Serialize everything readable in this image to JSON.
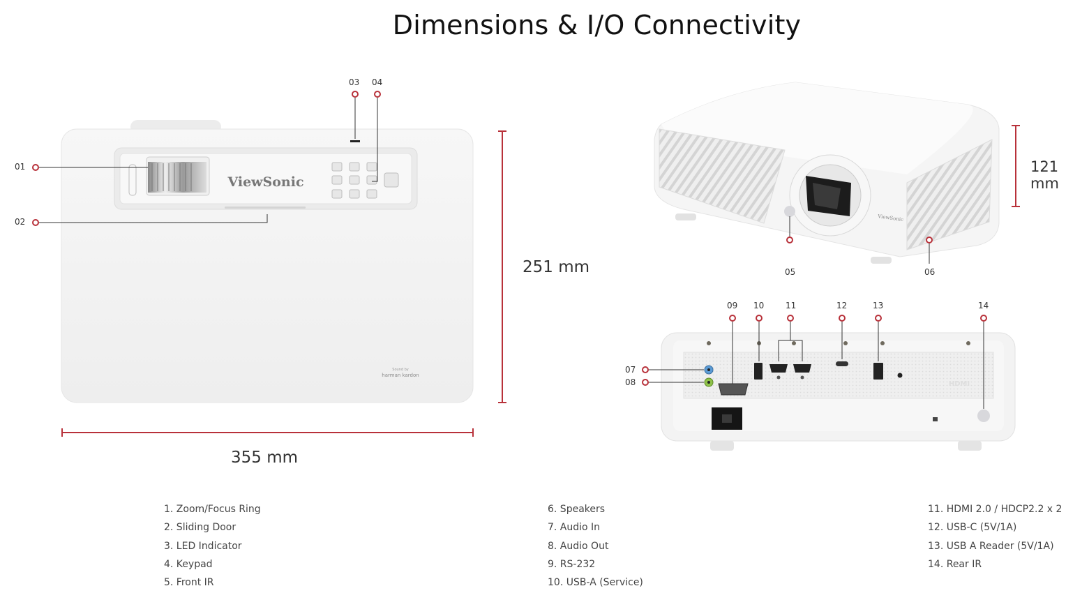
{
  "title": "Dimensions & I/O Connectivity",
  "brand": "ViewSonic",
  "speaker_brand": "harman kardon",
  "speaker_brand_small": "Sound by",
  "hdmi_mark": "HDMI",
  "dimensions": {
    "width": "355 mm",
    "depth": "251 mm",
    "height": "121 mm"
  },
  "callouts": [
    "01",
    "02",
    "03",
    "04",
    "05",
    "06",
    "07",
    "08",
    "09",
    "10",
    "11",
    "12",
    "13",
    "14"
  ],
  "legend": {
    "col1": [
      "1. Zoom/Focus Ring",
      "2. Sliding Door",
      "3. LED Indicator",
      "4. Keypad",
      "5. Front IR"
    ],
    "col2": [
      "6. Speakers",
      "7. Audio In",
      "8. Audio Out",
      "9. RS-232",
      "10. USB-A (Service)"
    ],
    "col3": [
      "11. HDMI 2.0 / HDCP2.2 x 2",
      "12. USB-C (5V/1A)",
      "13. USB A Reader (5V/1A)",
      "14. Rear IR"
    ]
  },
  "colors": {
    "accent": "#b8313a",
    "body": "#f4f4f4",
    "ink": "#222222"
  }
}
